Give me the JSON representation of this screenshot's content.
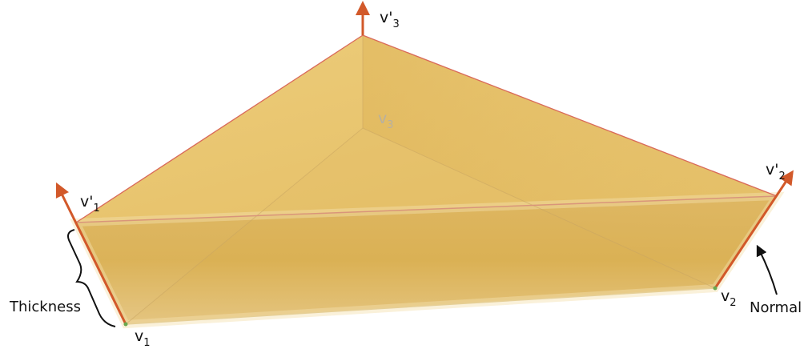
{
  "labels": {
    "v1_top": "v'",
    "v1_top_sub": "1",
    "v2_top": "v'",
    "v2_top_sub": "2",
    "v3_top": "v'",
    "v3_top_sub": "3",
    "v1": "v",
    "v1_sub": "1",
    "v2": "v",
    "v2_sub": "2",
    "v3": "v",
    "v3_sub": "3"
  },
  "annotations": {
    "thickness": "Thickness",
    "normal": "Normal"
  },
  "colors": {
    "fill_top": "#e8c468",
    "fill_front": "#d9ad4a",
    "edge": "#d96a5a",
    "normal_arrow": "#d2592a"
  }
}
